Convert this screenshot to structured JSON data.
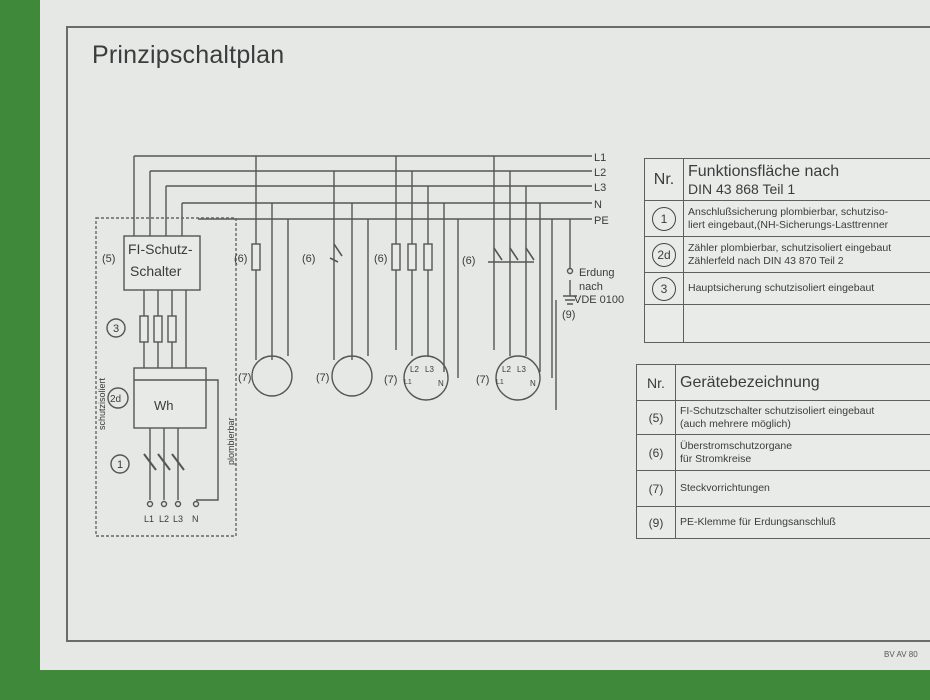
{
  "title": "Prinzipschaltplan",
  "bus_lines": [
    "L1",
    "L2",
    "L3",
    "N",
    "PE"
  ],
  "circuit": {
    "fi_label_1": "FI-Schutz-",
    "fi_label_2": "Schalter",
    "fi_ref": "(5)",
    "main_fuse_ref": "3",
    "meter_ref": "2d",
    "meter_label": "Wh",
    "connection_fuse_ref": "1",
    "terminals": [
      "L1",
      "L2",
      "L3",
      "N"
    ],
    "side_label_left": "schutzisoliert",
    "side_label_right": "plombierbar",
    "fuse_ref": "(6)",
    "socket_ref": "(7)",
    "socket_pins": [
      "L2",
      "L3",
      "L1",
      "N"
    ],
    "earth_1": "Erdung",
    "earth_2": "nach",
    "earth_3": "VDE 0100",
    "earth_ref": "(9)"
  },
  "table1": {
    "col_nr": "Nr.",
    "col_title_1": "Funktionsfläche nach",
    "col_title_2": "DIN 43 868  Teil 1",
    "rows": [
      {
        "nr": "1",
        "text_1": "Anschlußsicherung plombierbar, schutziso-",
        "text_2": "liert eingebaut,(NH-Sicherungs-Lasttrenner"
      },
      {
        "nr": "2d",
        "text_1": "Zähler plombierbar, schutzisoliert eingebaut",
        "text_2": "Zählerfeld nach DIN 43 870  Teil 2"
      },
      {
        "nr": "3",
        "text_1": "Hauptsicherung schutzisoliert eingebaut",
        "text_2": ""
      }
    ]
  },
  "table2": {
    "col_nr": "Nr.",
    "col_title": "Gerätebezeichnung",
    "rows": [
      {
        "nr": "(5)",
        "text_1": "FI-Schutzschalter schutzisoliert eingebaut",
        "text_2": "(auch mehrere möglich)"
      },
      {
        "nr": "(6)",
        "text_1": "Überstromschutzorgane",
        "text_2": "für Stromkreise"
      },
      {
        "nr": "(7)",
        "text_1": "Steckvorrichtungen",
        "text_2": ""
      },
      {
        "nr": "(9)",
        "text_1": "PE-Klemme für Erdungsanschluß",
        "text_2": ""
      }
    ]
  },
  "footer_code": "BV AV 80"
}
